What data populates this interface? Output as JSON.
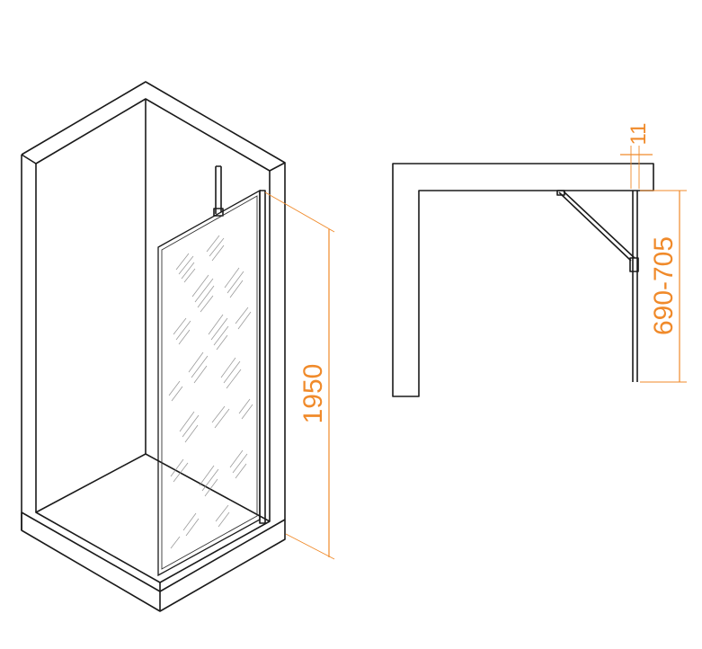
{
  "dimensions": {
    "height": "1950",
    "glass_thickness": "11",
    "bracket_range": "690-705"
  },
  "colors": {
    "line": "#1a1a1a",
    "dimension": "#f08a2a",
    "background": "#ffffff"
  }
}
